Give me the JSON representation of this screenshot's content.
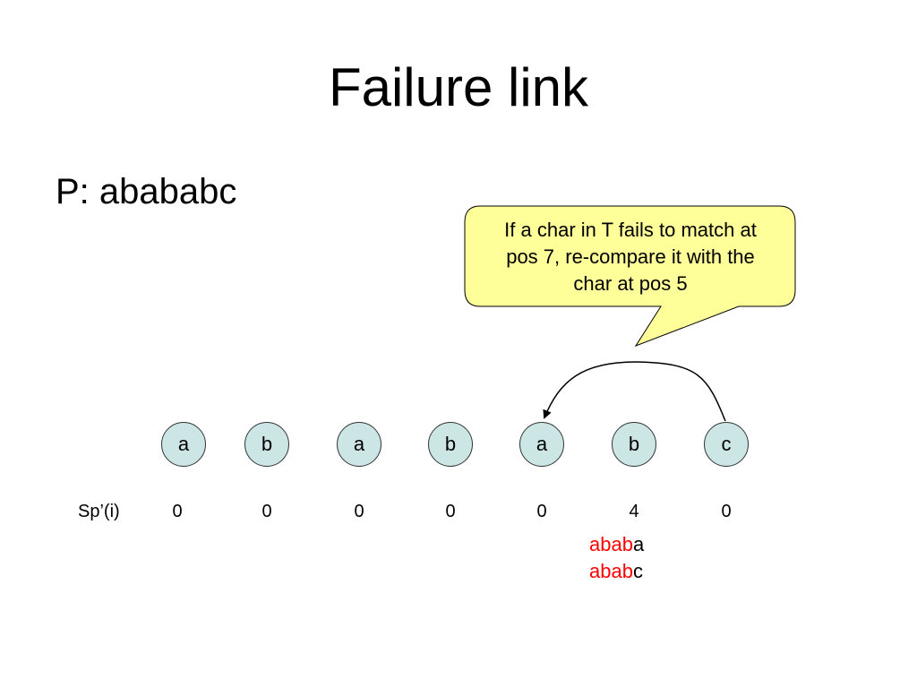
{
  "title": "Failure link",
  "pattern_label": "P: abababc",
  "callout": {
    "line1": "If a char in T fails to match at",
    "line2": "pos 7, re-compare it with the",
    "line3": "char at pos 5",
    "fill": "#ffff99"
  },
  "nodes": [
    "a",
    "b",
    "a",
    "b",
    "a",
    "b",
    "c"
  ],
  "node_fill": "#cce5e5",
  "sp_label": "Sp’(i)",
  "sp_values": [
    "0",
    "0",
    "0",
    "0",
    "0",
    "4",
    "0"
  ],
  "comparison": {
    "row1": {
      "matched": "abab",
      "rest": "a"
    },
    "row2": {
      "matched": "abab",
      "rest": "c"
    },
    "highlight_color": "#ff0000"
  },
  "failure_link": {
    "from_node": 7,
    "to_node": 5
  }
}
